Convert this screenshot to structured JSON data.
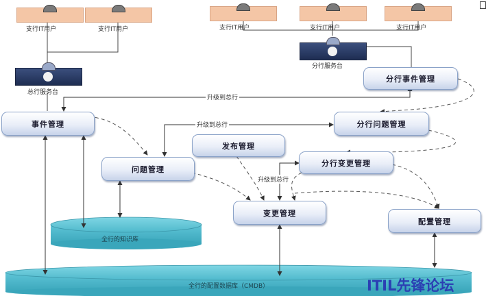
{
  "users": {
    "hq_left": "支行IT用户",
    "hq_right": "支行IT用户",
    "br_1": "支行IT用户",
    "br_2": "支行IT用户",
    "br_3": "支行IT用户"
  },
  "service_desks": {
    "hq": "总行服务台",
    "branch": "分行服务台"
  },
  "processes": {
    "incident": "事件管理",
    "problem": "问题管理",
    "release": "发布管理",
    "change": "变更管理",
    "config": "配置管理",
    "branch_incident": "分行事件管理",
    "branch_problem": "分行问题管理",
    "branch_change": "分行变更管理"
  },
  "escalation_label": "升级到总行",
  "databases": {
    "knowledge": "全行的知识库",
    "cmdb": "全行的配置数据库（CMDB）"
  },
  "watermark": "ITIL先锋论坛"
}
